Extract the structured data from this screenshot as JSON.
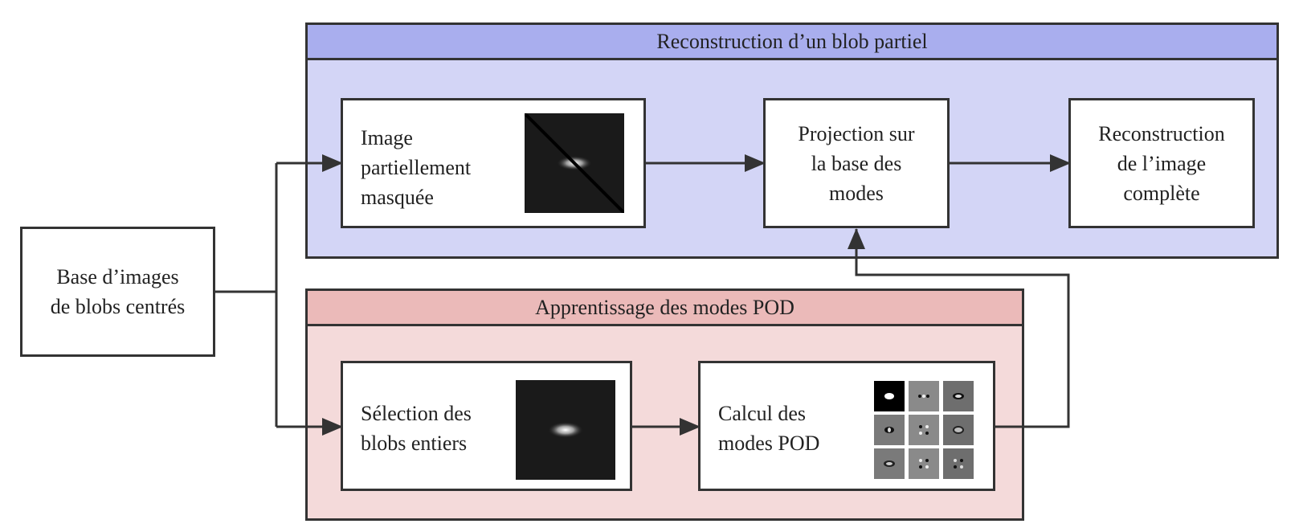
{
  "colors": {
    "reconstruction_header": "#a9aeee",
    "reconstruction_body": "#d3d5f6",
    "learning_header": "#ebbab9",
    "learning_body": "#f4dada",
    "stroke": "#333333"
  },
  "reconstruction_group": {
    "title": "Reconstruction d’un blob partiel"
  },
  "learning_group": {
    "title": "Apprentissage des modes POD"
  },
  "nodes": {
    "base_images": {
      "lines": [
        "Base d’images",
        "de blobs centrés"
      ]
    },
    "masked_image": {
      "lines": [
        "Image",
        "partiellement",
        "masquée"
      ],
      "icon": "masked-blob-thumbnail"
    },
    "projection": {
      "lines": [
        "Projection sur",
        "la base des",
        "modes"
      ]
    },
    "reconstruction": {
      "lines": [
        "Reconstruction",
        "de l’image",
        "complète"
      ]
    },
    "selection": {
      "lines": [
        "Sélection des",
        "blobs entiers"
      ],
      "icon": "blob-thumbnail"
    },
    "pod_modes": {
      "lines": [
        "Calcul des",
        "modes POD"
      ],
      "icon": "pod-modes-grid-thumbnail"
    }
  }
}
